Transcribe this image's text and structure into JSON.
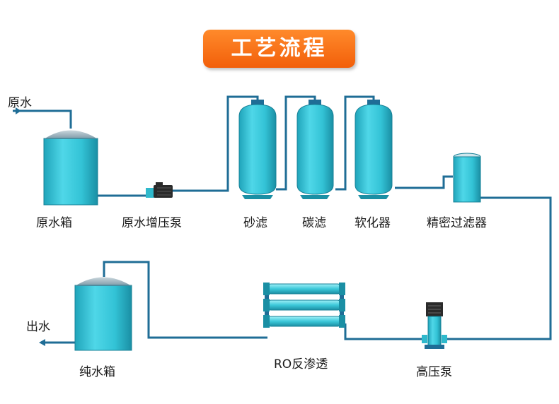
{
  "title": "工艺流程",
  "labels": {
    "raw_water_in": "原水",
    "raw_water_tank": "原水箱",
    "raw_water_pump": "原水增压泵",
    "sand_filter": "砂滤",
    "carbon_filter": "碳滤",
    "softener": "软化器",
    "precision_filter": "精密过滤器",
    "water_out": "出水",
    "pure_water_tank": "纯水箱",
    "ro_unit": "RO反渗透",
    "high_pressure_pump": "高压泵"
  },
  "colors": {
    "title_bg": "#f36b12",
    "vessel": "#33c3d6",
    "pipe": "#1f6d96",
    "pump": "#2a2a2a"
  }
}
